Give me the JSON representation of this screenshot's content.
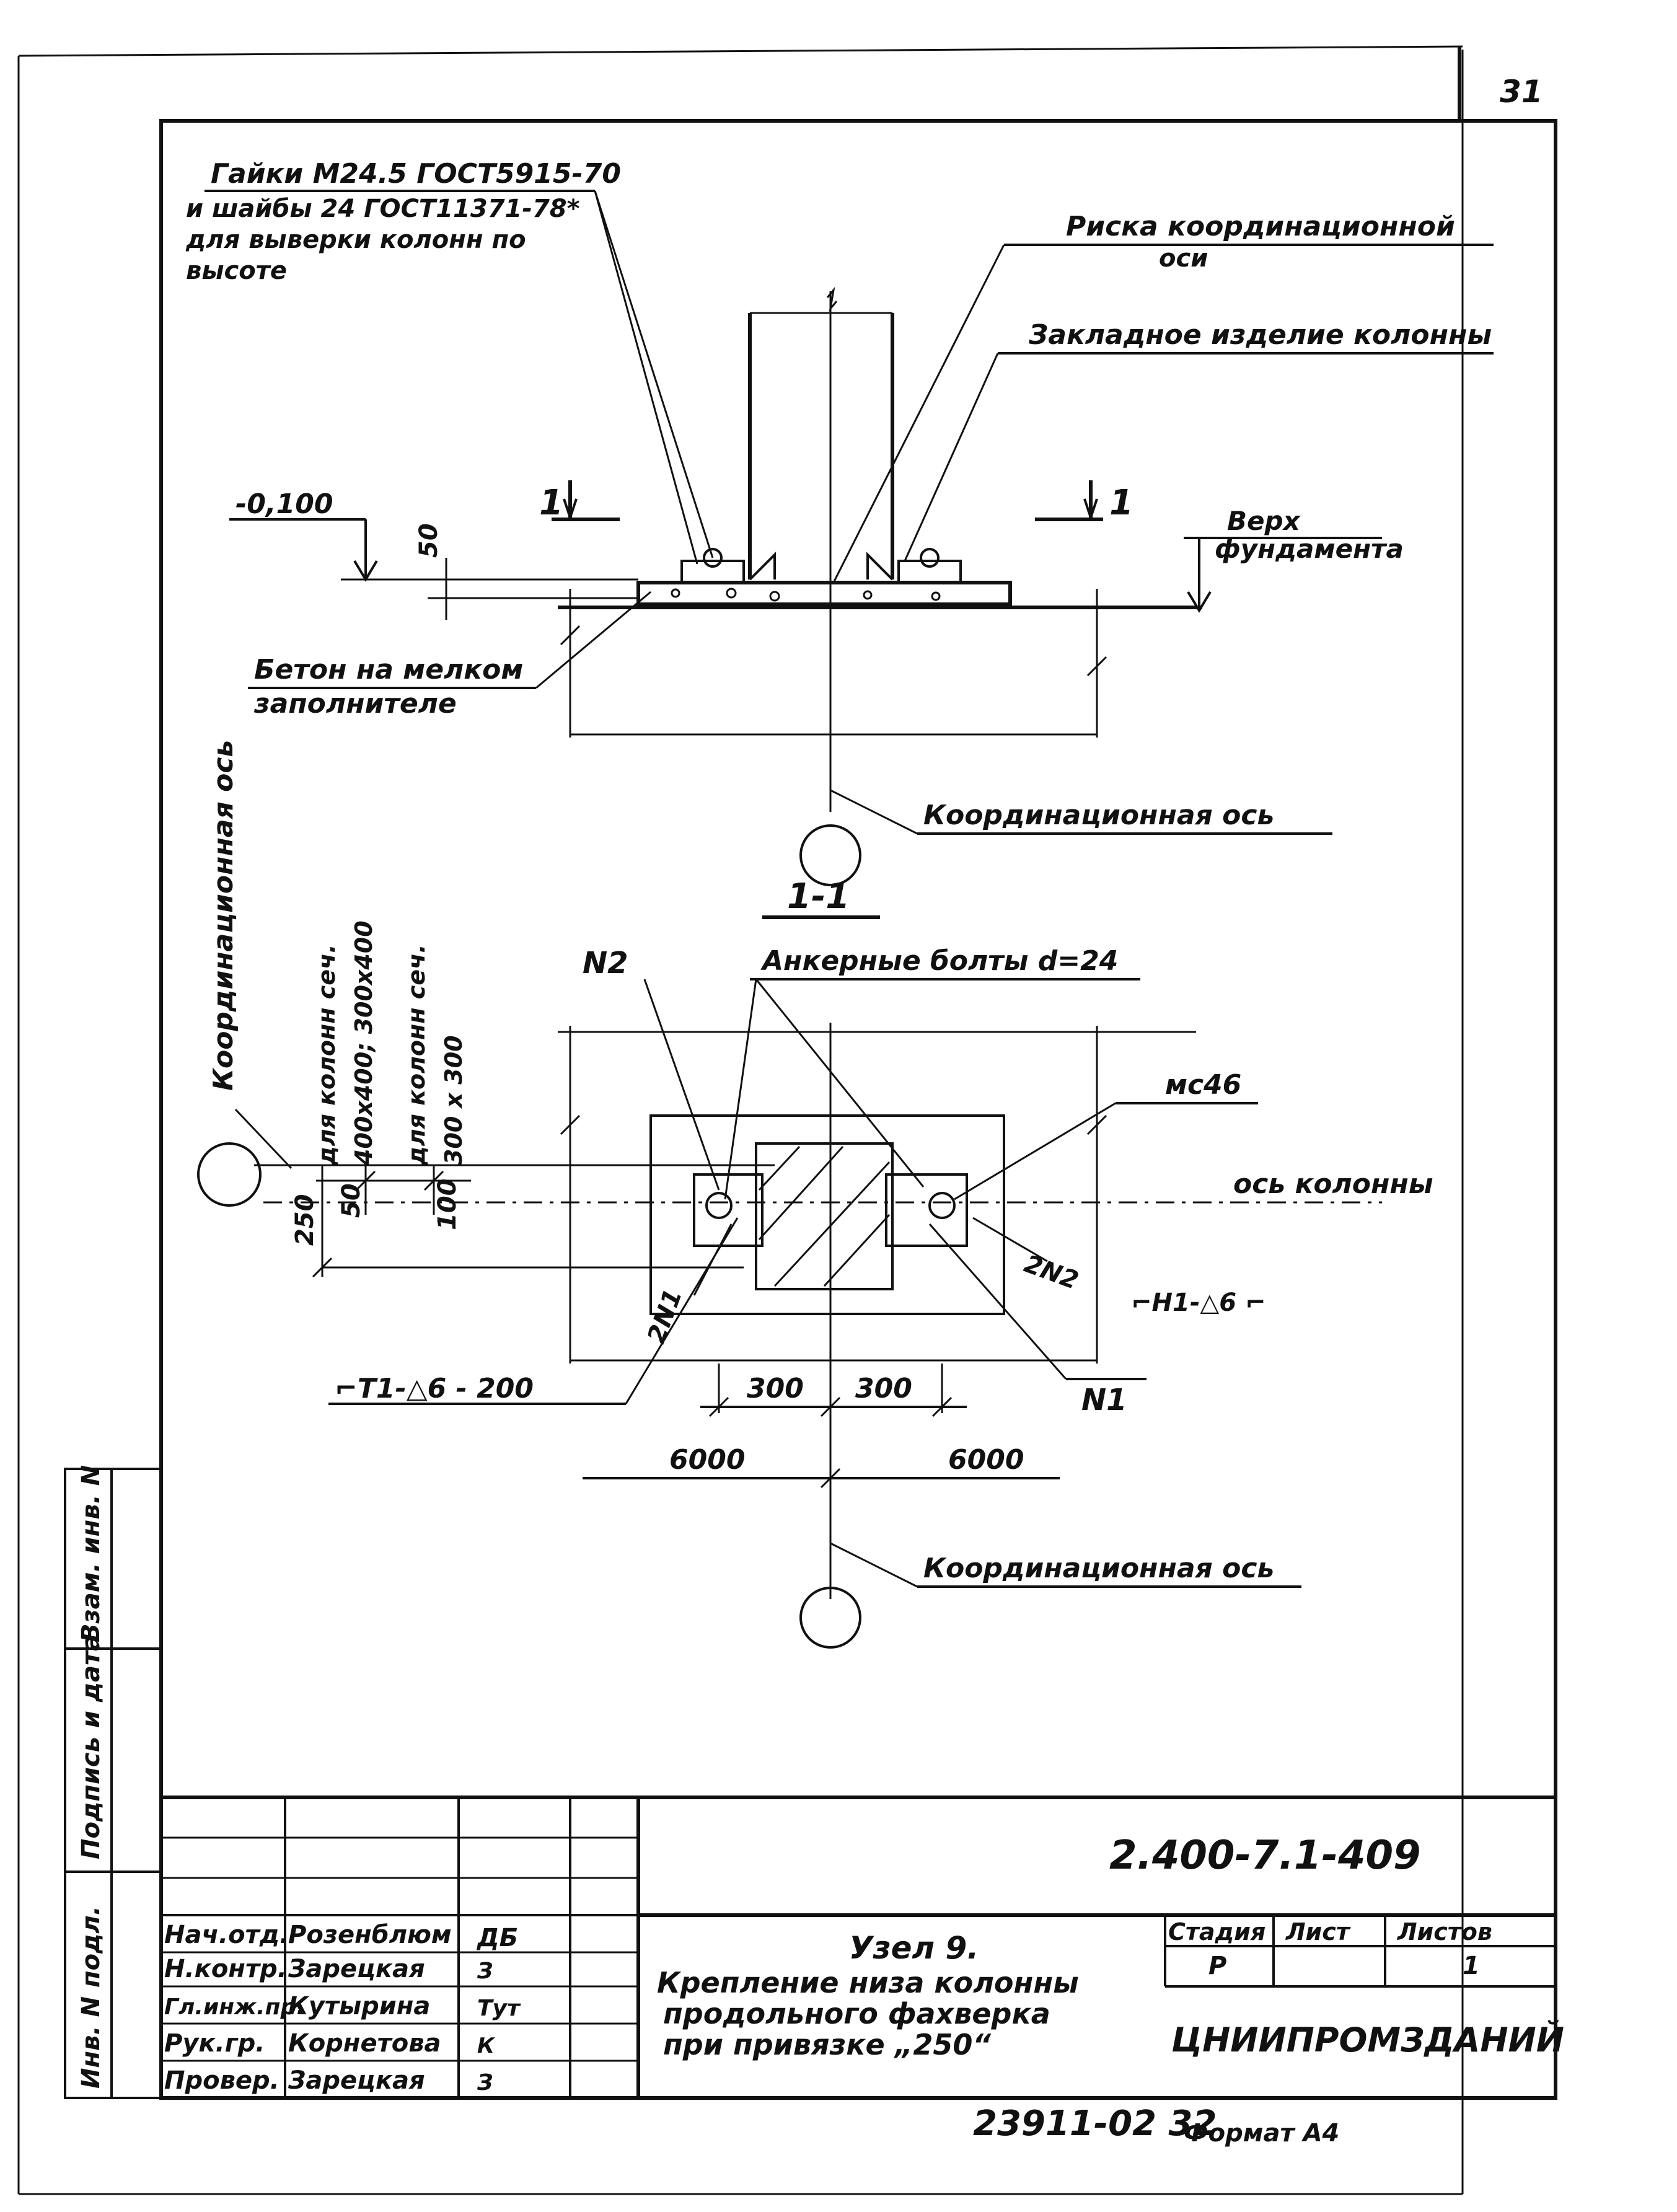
{
  "page_number": "31",
  "callouts": {
    "nuts_line1": "Гайки М24.5 ГОСТ5915-70",
    "nuts_line2": "и шайбы 24 ГОСТ11371-78*",
    "nuts_line3": "для выверки колонн по",
    "nuts_line4": "высоте",
    "risk_line1": "Риска координационной",
    "risk_line2": "оси",
    "embedded": "Закладное изделие колонны",
    "level": "-0,100",
    "top_line1": "Верх",
    "top_line2": "фундамента",
    "dim_50": "50",
    "beton_line1": "Бетон на мелком",
    "beton_line2": "заполнителе",
    "coord_axis_1": "Координационная ось",
    "coord_axis_2": "Координационная ось",
    "coord_axis_vertical": "Координационная ось",
    "section_left": "1",
    "section_right": "1"
  },
  "plan": {
    "section_title": "1-1",
    "anchor_bolts": "Анкерные болты d=24",
    "n2": "N2",
    "n1": "N1",
    "mc46": "мс46",
    "col_axis": "ось колонны",
    "two_n2": "2N2",
    "two_n1": "2N1",
    "weld_right": "⌐Н1-△6 ⌐",
    "weld_left": "⌐Т1-△6 - 200",
    "note_a1": "для колонн сеч.",
    "note_a2": "400х400; 300х400",
    "note_b1": "для колонн сеч.",
    "note_b2": "300 х 300",
    "dim_250": "250",
    "dim_50": "50",
    "dim_100": "100",
    "dim_300_left": "300",
    "dim_300_right": "300",
    "dim_6000_left": "6000",
    "dim_6000_right": "6000"
  },
  "side_stamp": {
    "col1": "Инв. N подл.",
    "col2": "Подпись и дата",
    "col3": "Взам. инв. N"
  },
  "title_block": {
    "doc_code": "2.400-7.1-409",
    "roles": [
      {
        "role": "Нач.отд.",
        "name": "Розенблюм",
        "sign": "ДБ"
      },
      {
        "role": "Н.контр.",
        "name": "Зарецкая",
        "sign": "З"
      },
      {
        "role": "Гл.инж.пр.",
        "name": "Кутырина",
        "sign": "Тут"
      },
      {
        "role": "Рук.гр.",
        "name": "Корнетова",
        "sign": "К"
      },
      {
        "role": "Провер.",
        "name": "Зарецкая",
        "sign": "З"
      }
    ],
    "title_line1": "Узел 9.",
    "title_line2": "Крепление низа колонны",
    "title_line3": "продольного фахверка",
    "title_line4": "при привязке „250“",
    "stage_label": "Стадия",
    "sheet_label": "Лист",
    "sheets_label": "Листов",
    "stage_value": "Р",
    "sheets_value": "1",
    "organization": "ЦНИИПРОМЗДАНИЙ",
    "bottom_code": "23911-02 32",
    "format_label": "Формат А4"
  }
}
